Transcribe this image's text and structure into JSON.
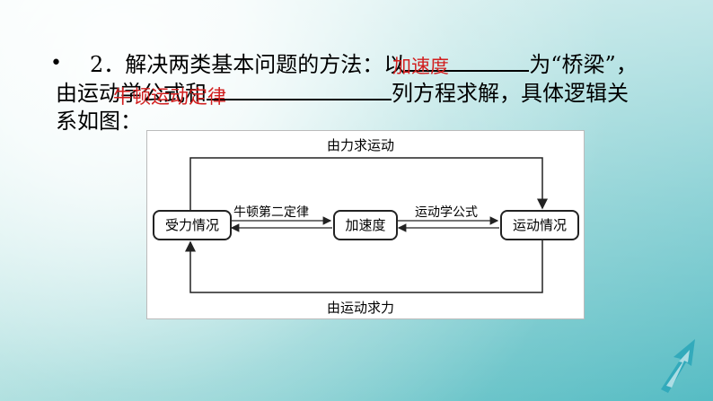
{
  "slide": {
    "bullet": "•",
    "line1_prefix": "2．解决两类基本问题的方法：以",
    "line1_suffix": "为“桥梁”，",
    "line2_prefix": "由运动学公式和",
    "line2_suffix": "列方程求解，具体逻辑关",
    "line3": "系如图：",
    "answer1": "加速度",
    "answer2": "牛顿运动定律"
  },
  "diagram": {
    "top_label": "由力求运动",
    "bottom_label": "由运动求力",
    "node_left": "受力情况",
    "node_center": "加速度",
    "node_right": "运动情况",
    "edge_left": "牛顿第二定律",
    "edge_right": "运动学公式"
  }
}
